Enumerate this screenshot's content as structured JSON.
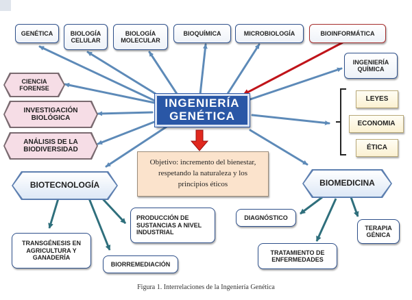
{
  "center": {
    "line1": "INGENIERÍA",
    "line2": "GENÉTICA"
  },
  "top_fields": [
    {
      "id": "genetica",
      "label": "GENÉTICA"
    },
    {
      "id": "biologia-celular",
      "label": "BIOLOGÍA\nCELULAR"
    },
    {
      "id": "biologia-molecular",
      "label": "BIOLOGÍA\nMOLECULAR"
    },
    {
      "id": "bioquimica",
      "label": "BIOQUÍMICA"
    },
    {
      "id": "microbiologia",
      "label": "MICROBIOLOGÍA"
    },
    {
      "id": "bioinformatica",
      "label": "BIOINFORMÁTICA"
    }
  ],
  "left_fields": [
    {
      "id": "ciencia-forense",
      "label": "CIENCIA\nFORENSE"
    },
    {
      "id": "investigacion-biologica",
      "label": "INVESTIGACIÓN\nBIOLÓGICA"
    },
    {
      "id": "analisis-biodiversidad",
      "label": "ANÁLISIS DE LA\nBIODIVERSIDAD"
    }
  ],
  "right_field": {
    "label": "INGENIERÍA\nQUÍMICA"
  },
  "right_aspects": [
    {
      "id": "leyes",
      "label": "LEYES"
    },
    {
      "id": "economia",
      "label": "ECONOMIA"
    },
    {
      "id": "etica",
      "label": "ÉTICA"
    }
  ],
  "objective": {
    "text": "Objetivo: incremento del bienestar,\nrespetando la naturaleza y los\nprincipios éticos"
  },
  "biotecnologia": {
    "label": "BIOTECNOLOGÍA",
    "children": [
      {
        "id": "transgenesis",
        "label": "TRANSGÉNESIS EN\nAGRICULTURA Y\nGANADERÍA"
      },
      {
        "id": "biorremediacion",
        "label": "BIORREMEDIACIÓN"
      },
      {
        "id": "produccion",
        "label": "PRODUCCIÓN DE\nSUSTANCIAS A NIVEL\nINDUSTRIAL"
      }
    ]
  },
  "biomedicina": {
    "label": "BIOMEDICINA",
    "children": [
      {
        "id": "diagnostico",
        "label": "DIAGNÓSTICO"
      },
      {
        "id": "tratamiento",
        "label": "TRATAMIENTO DE\nENFERMEDADES"
      },
      {
        "id": "terapia-genica",
        "label": "TERAPIA\nGÉNICA"
      }
    ]
  },
  "caption": "Figura 1. Interrelaciones de la Ingeniería Genética",
  "colors": {
    "arrow": "#5d8ab8",
    "highlight_arrow": "#c0141a",
    "down_arrow": "#e0281e",
    "center_fill": "#2a57a6",
    "teal_arrow": "#2f6f7c"
  }
}
